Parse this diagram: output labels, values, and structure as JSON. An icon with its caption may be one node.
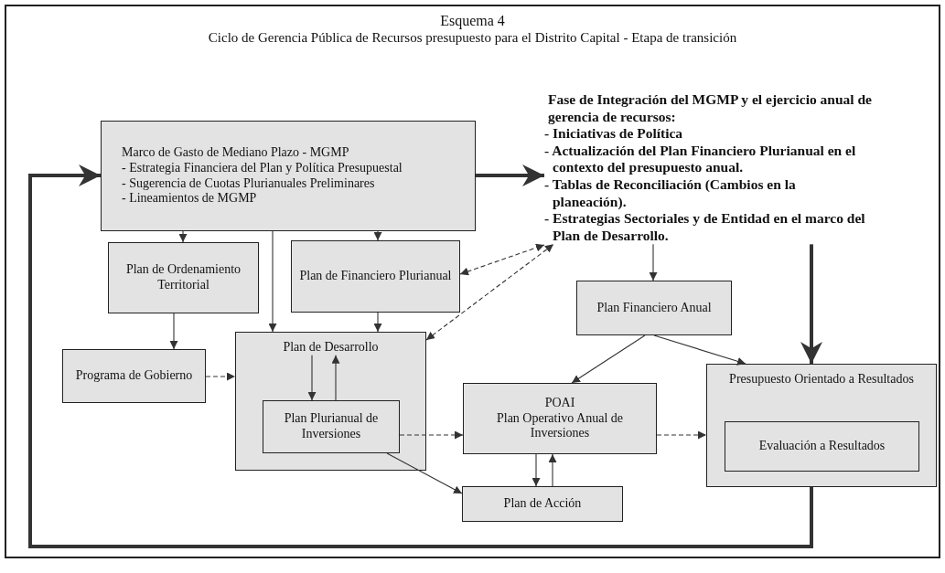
{
  "diagram": {
    "title": "Esquema 4",
    "nodes": [
      {
        "text": [
          "Marco de Gasto de Mediano Plazo - MGMP",
          "- Estrategia Financiera del Plan y Política Presupuestal",
          "- Sugerencia de Cuotas Plurianuales Preliminares",
          "- Lineamientos de MGMP"
        ]
      },
      {
        "text": [
          "Fase de Integración del MGMP y el ejercicio anual de gerencia de recursos:",
          "- Iniciativas de Política",
          "- Actualización del Plan Financiero Plurianual en el contexto del presupuesto anual.",
          "- Tablas de Reconciliación (Cambios en la planeación).",
          "- Estrategias Sectoriales y de Entidad en el marco del Plan de Desarrollo."
        ]
      },
      {
        "text": [
          "Plan de Ordenamiento Territorial"
        ]
      },
      {
        "text": [
          "Plan de Financiero Plurianual"
        ]
      },
      {
        "text": [
          "Plan Financiero Anual"
        ]
      },
      {
        "text": [
          "Programa de Gobierno"
        ]
      },
      {
        "text": [
          "Plan de Desarrollo"
        ]
      },
      {
        "text": [
          "Plan Plurianual de Inversiones"
        ],
        "in": 6
      },
      {
        "text": [
          "POAI",
          "Plan Operativo Anual de Inversiones"
        ]
      },
      {
        "text": [
          "Presupuesto Orientado a Resultados"
        ]
      },
      {
        "text": [
          "Evaluación a Resultados"
        ],
        "in": 9
      },
      {
        "text": [
          "Plan de Acción"
        ]
      }
    ],
    "edges": [
      {
        "from": 0,
        "to": 1,
        "arrow": "to",
        "style": "thick"
      },
      {
        "from": 0,
        "to": 2,
        "arrow": "to"
      },
      {
        "from": 0,
        "to": 6,
        "arrow": "to"
      },
      {
        "from": 0,
        "to": 3,
        "arrow": "to"
      },
      {
        "from": 3,
        "to": 1,
        "arrow": "both",
        "style": "dashed"
      },
      {
        "from": 6,
        "to": 1,
        "arrow": "both",
        "style": "dashed"
      },
      {
        "from": 1,
        "to": 4,
        "arrow": "to"
      },
      {
        "from": 1,
        "to": 9,
        "arrow": "to",
        "style": "thick"
      },
      {
        "from": 2,
        "to": 5,
        "arrow": "to"
      },
      {
        "from": 3,
        "to": 6,
        "arrow": "to"
      },
      {
        "from": 5,
        "to": 6,
        "arrow": "to",
        "style": "dashed"
      },
      {
        "from": 6,
        "to": 7,
        "arrow": "to"
      },
      {
        "from": 7,
        "to": 6,
        "arrow": "to"
      },
      {
        "from": 4,
        "to": 8,
        "arrow": "to"
      },
      {
        "from": 4,
        "to": 9,
        "arrow": "to"
      },
      {
        "from": 7,
        "to": 8,
        "arrow": "to",
        "style": "dashed"
      },
      {
        "from": 7,
        "to": 11,
        "arrow": "to"
      },
      {
        "from": 8,
        "to": 9,
        "arrow": "to",
        "style": "dashed"
      },
      {
        "from": 8,
        "to": 11,
        "arrow": "to"
      },
      {
        "from": 11,
        "to": 8,
        "arrow": "to"
      },
      {
        "from": 9,
        "to": 0,
        "arrow": "to",
        "style": "thick"
      }
    ],
    "labels": [
      "Ciclo de Gerencia Pública de Recursos presupuesto para el Distrito Capital - Etapa de transición"
    ]
  }
}
